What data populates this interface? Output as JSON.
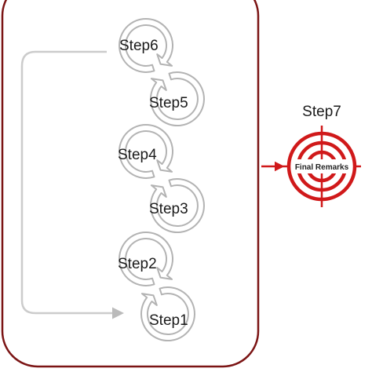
{
  "steps": [
    {
      "label": "Step1"
    },
    {
      "label": "Step2"
    },
    {
      "label": "Step3"
    },
    {
      "label": "Step4"
    },
    {
      "label": "Step5"
    },
    {
      "label": "Step6"
    }
  ],
  "final_step": {
    "label": "Step7",
    "target_text": "Final Remarks"
  },
  "colors": {
    "frame": "#7b1414",
    "cycle_arrows": "#b3b3b3",
    "loop_arrow": "#cccccc",
    "target": "#d0191a",
    "text": "#1a1a1a"
  }
}
